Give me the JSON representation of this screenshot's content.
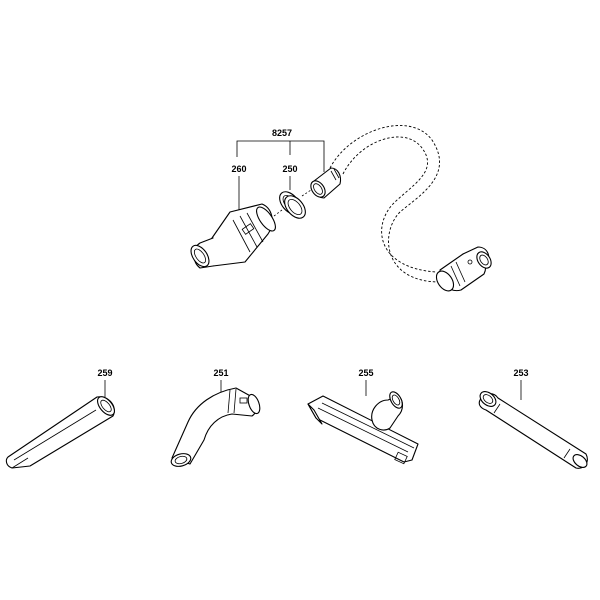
{
  "labels": {
    "set": "8257",
    "adapter": "260",
    "ring": "250",
    "crevice_nozzle": "259",
    "elbow": "251",
    "floor_nozzle": "255",
    "extension_tube": "253"
  }
}
